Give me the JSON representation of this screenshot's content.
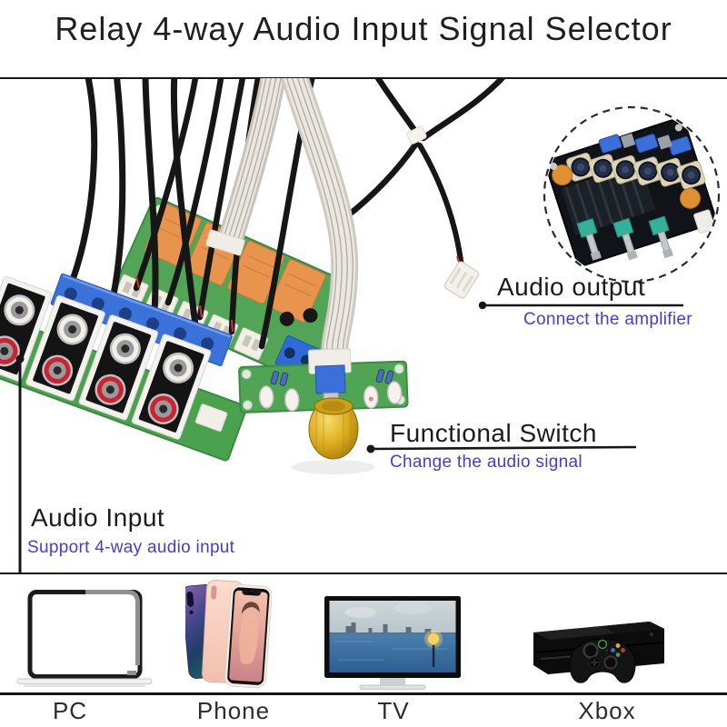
{
  "title": "Relay 4-way Audio Input Signal Selector",
  "callouts": {
    "audio_output": {
      "label": "Audio output",
      "description": "Connect the amplifier"
    },
    "functional_switch": {
      "label": "Functional Switch",
      "description": "Change the audio signal"
    },
    "audio_input": {
      "label": "Audio Input",
      "description": "Support 4-way audio input"
    }
  },
  "devices": [
    {
      "id": "pc",
      "label": "PC"
    },
    {
      "id": "phone",
      "label": "Phone"
    },
    {
      "id": "tv",
      "label": "TV"
    },
    {
      "id": "xbox",
      "label": "Xbox"
    }
  ],
  "icons": [
    "laptop-icon",
    "phone-icon",
    "tv-icon",
    "xbox-icon",
    "dashed-circle-inset",
    "amplifier-board",
    "relay-board",
    "rca-input-board",
    "switch-board",
    "gold-knob",
    "audio-output-connector"
  ],
  "colors": {
    "annotation_blue": "#453cd6",
    "line_black": "#161616",
    "pcb_green": "#4fa454",
    "relay_orange": "#e8944e",
    "terminal_blue": "#3a72da",
    "knob_gold": "#d9a81c",
    "rca_red": "#cc2333",
    "rca_white": "#f2efe8"
  }
}
